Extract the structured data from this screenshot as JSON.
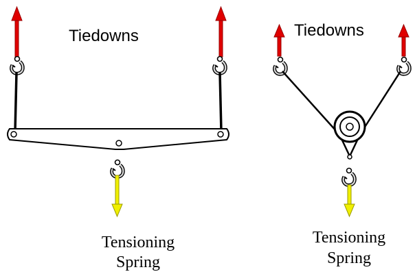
{
  "left_diagram": {
    "title": "Tiedowns",
    "caption_line1": "Tensioning",
    "caption_line2": "Spring"
  },
  "right_diagram": {
    "title": "Tiedowns",
    "caption_line1": "Tensioning",
    "caption_line2": "Spring"
  },
  "colors": {
    "tiedown_arrow": "#e00000",
    "spring_arrow": "#f0f000",
    "line": "#000000",
    "hook_fill": "#d8d8d8"
  },
  "icons": [
    "hook-icon",
    "pulley-icon",
    "spreader-bar-icon",
    "arrow-up-icon",
    "arrow-down-icon"
  ]
}
